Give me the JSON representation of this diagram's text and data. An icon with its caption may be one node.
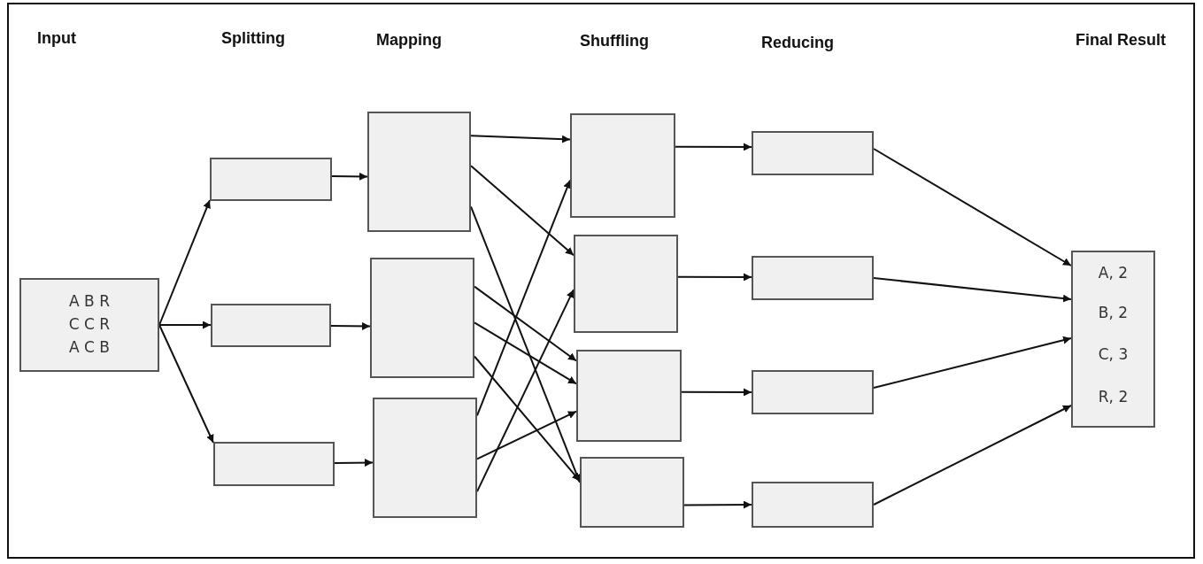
{
  "diagram": {
    "nodes": [
      {
        "text": [
          "A B R",
          "C C R",
          "A C B"
        ]
      },
      {
        "text": [],
        "shape": "box"
      },
      {
        "text": [],
        "shape": "box"
      },
      {
        "text": [],
        "shape": "box"
      },
      {
        "text": [],
        "shape": "box"
      },
      {
        "text": [],
        "shape": "box"
      },
      {
        "text": [],
        "shape": "box"
      },
      {
        "text": [],
        "shape": "box"
      },
      {
        "text": [],
        "shape": "box"
      },
      {
        "text": [],
        "shape": "box"
      },
      {
        "text": [],
        "shape": "box"
      },
      {
        "text": [],
        "shape": "box"
      },
      {
        "text": [],
        "shape": "box"
      },
      {
        "text": [],
        "shape": "box"
      },
      {
        "text": [],
        "shape": "box"
      },
      {
        "text": [
          "A, 2",
          "B, 2",
          "C, 3",
          "R, 2"
        ]
      }
    ],
    "edges": [
      {
        "from": 0,
        "to": 1,
        "arrow": "to"
      },
      {
        "from": 0,
        "to": 2,
        "arrow": "to"
      },
      {
        "from": 0,
        "to": 3,
        "arrow": "to"
      },
      {
        "from": 1,
        "to": 4,
        "arrow": "to"
      },
      {
        "from": 2,
        "to": 5,
        "arrow": "to"
      },
      {
        "from": 3,
        "to": 6,
        "arrow": "to"
      },
      {
        "from": 4,
        "to": 7,
        "arrow": "to"
      },
      {
        "from": 4,
        "to": 8,
        "arrow": "to"
      },
      {
        "from": 4,
        "to": 10,
        "arrow": "to"
      },
      {
        "from": 5,
        "to": 9,
        "arrow": "to"
      },
      {
        "from": 5,
        "to": 9,
        "arrow": "to"
      },
      {
        "from": 5,
        "to": 10,
        "arrow": "to"
      },
      {
        "from": 6,
        "to": 7,
        "arrow": "to"
      },
      {
        "from": 6,
        "to": 9,
        "arrow": "to"
      },
      {
        "from": 6,
        "to": 8,
        "arrow": "to"
      },
      {
        "from": 7,
        "to": 11,
        "arrow": "to"
      },
      {
        "from": 8,
        "to": 12,
        "arrow": "to"
      },
      {
        "from": 9,
        "to": 13,
        "arrow": "to"
      },
      {
        "from": 10,
        "to": 14,
        "arrow": "to"
      },
      {
        "from": 11,
        "to": 15,
        "arrow": "to"
      },
      {
        "from": 12,
        "to": 15,
        "arrow": "to"
      },
      {
        "from": 13,
        "to": 15,
        "arrow": "to"
      },
      {
        "from": 14,
        "to": 15,
        "arrow": "to"
      }
    ],
    "labels": [
      "Input",
      "Splitting",
      "Mapping",
      "Shuffling",
      "Reducing",
      "Final Result"
    ]
  }
}
